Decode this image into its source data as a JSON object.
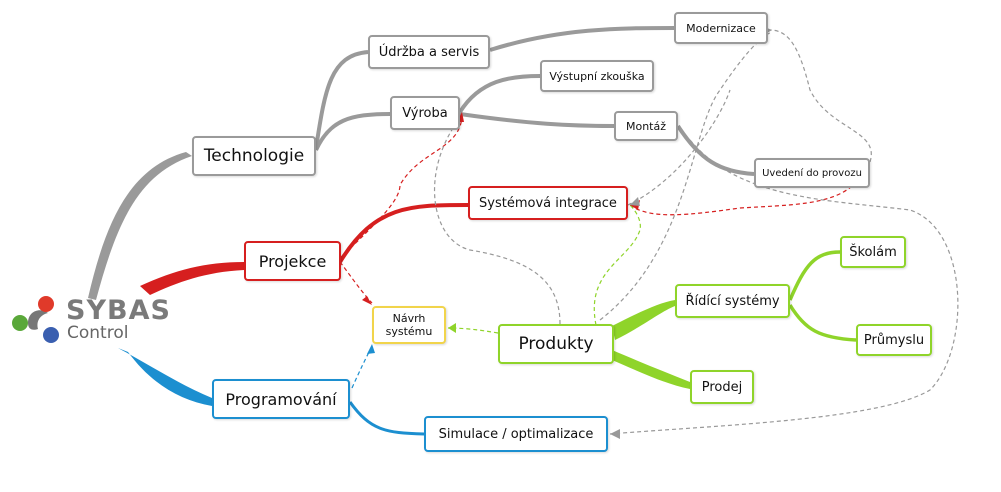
{
  "logo": {
    "line1": "SYBAS",
    "line2": "Control"
  },
  "nodes": {
    "technologie": "Technologie",
    "udrzba": "Údržba a servis",
    "vyroba": "Výroba",
    "modernizace": "Modernizace",
    "vystupni": "Výstupní zkouška",
    "montaz": "Montáž",
    "uvedeni": "Uvedení do provozu",
    "integrace": "Systémová integrace",
    "projekce": "Projekce",
    "navrh1": "Návrh",
    "navrh2": "systému",
    "produkty": "Produkty",
    "ridici": "Řídící systémy",
    "skolam": "Školám",
    "prumyslu": "Průmyslu",
    "prodej": "Prodej",
    "programovani": "Programování",
    "simulace": "Simulace / optimalizace"
  },
  "colors": {
    "gray": "#9a9a9a",
    "red": "#d61f1f",
    "blue": "#1c8fd0",
    "green": "#8fd42a",
    "yellow": "#f1d44b",
    "logo_red": "#e03a2a",
    "logo_green": "#5aa83a",
    "logo_blue": "#3a5fb0"
  }
}
